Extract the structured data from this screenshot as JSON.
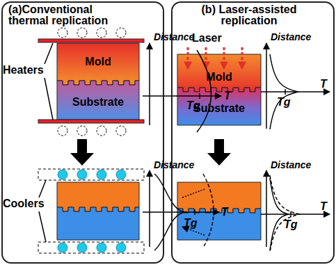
{
  "diagram": {
    "nodes": [
      {
        "text": [
          "(a)Conventional thermal replication"
        ]
      },
      {
        "text": [
          "Mold"
        ],
        "in": 0
      },
      {
        "text": [
          "Substrate"
        ],
        "in": 0
      },
      {
        "text": [
          "(b) Laser-assisted replication"
        ]
      },
      {
        "text": [
          "Mold"
        ],
        "in": 3
      },
      {
        "text": [
          "Substrate"
        ],
        "in": 3
      }
    ],
    "labels": [
      "Heaters",
      "Distance",
      "T",
      "Tg",
      "Coolers",
      "Distance",
      "T",
      "Tg",
      "Laser",
      "Distance",
      "T",
      "Tg",
      "Distance",
      "T",
      "Tg"
    ]
  }
}
